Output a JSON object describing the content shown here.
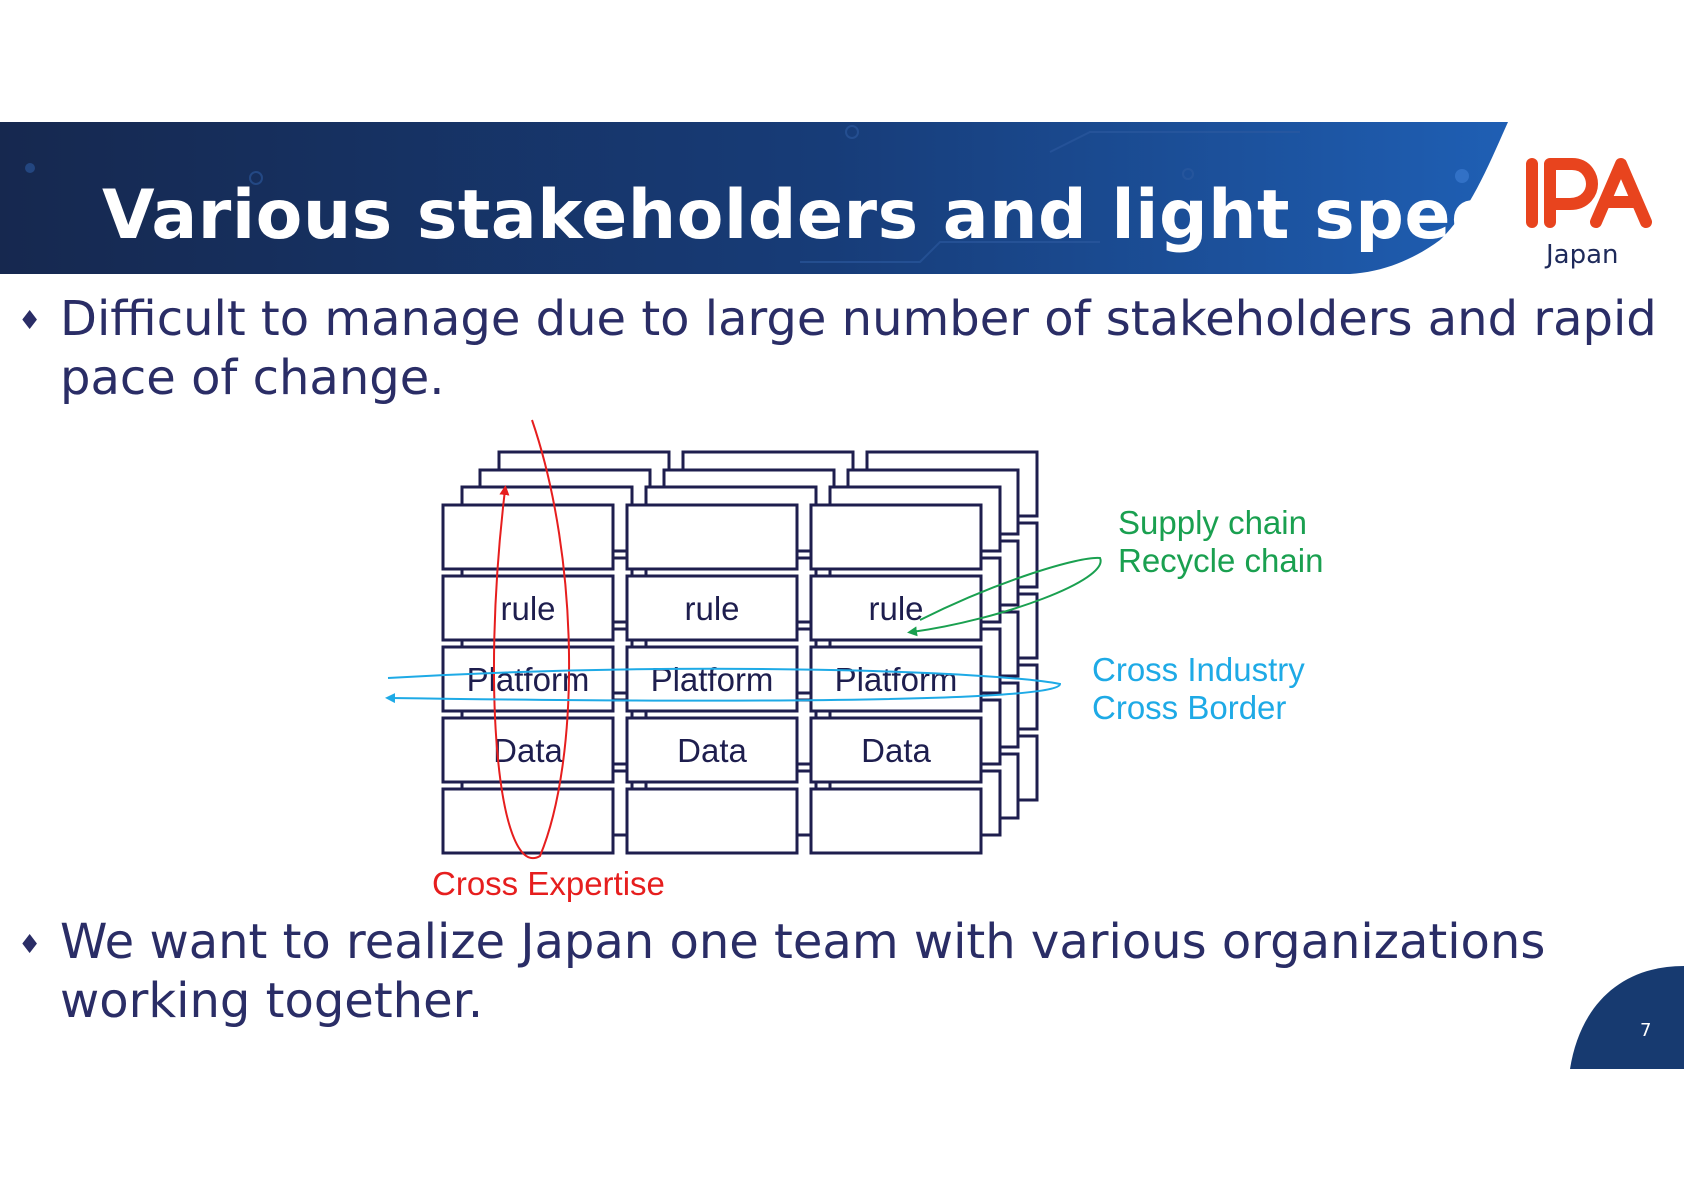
{
  "slide": {
    "title": "Various stakeholders and light speed",
    "logo_text": "IPA",
    "logo_subtext": "Japan",
    "page_number": "7"
  },
  "bullets": [
    "Difficult to manage due to large number of stakeholders and rapid pace of change.",
    "We want to realize Japan one team with various organizations working together."
  ],
  "diagram": {
    "cells": [
      [
        "",
        "",
        ""
      ],
      [
        "rule",
        "rule",
        "rule"
      ],
      [
        "Platform",
        "Platform",
        "Platform"
      ],
      [
        "Data",
        "Data",
        "Data"
      ],
      [
        "",
        "",
        ""
      ]
    ],
    "annotations": {
      "supply_chain": "Supply chain",
      "recycle_chain": "Recycle chain",
      "cross_industry": "Cross Industry",
      "cross_border": "Cross Border",
      "cross_expertise": "Cross Expertise"
    },
    "colors": {
      "box": "#1e1e4e",
      "supply": "#1aa050",
      "industry": "#1eaae6",
      "expertise": "#e61e1e"
    }
  },
  "colors": {
    "banner": "#173a70",
    "logo": "#e8441e",
    "text": "#2a2d66"
  }
}
